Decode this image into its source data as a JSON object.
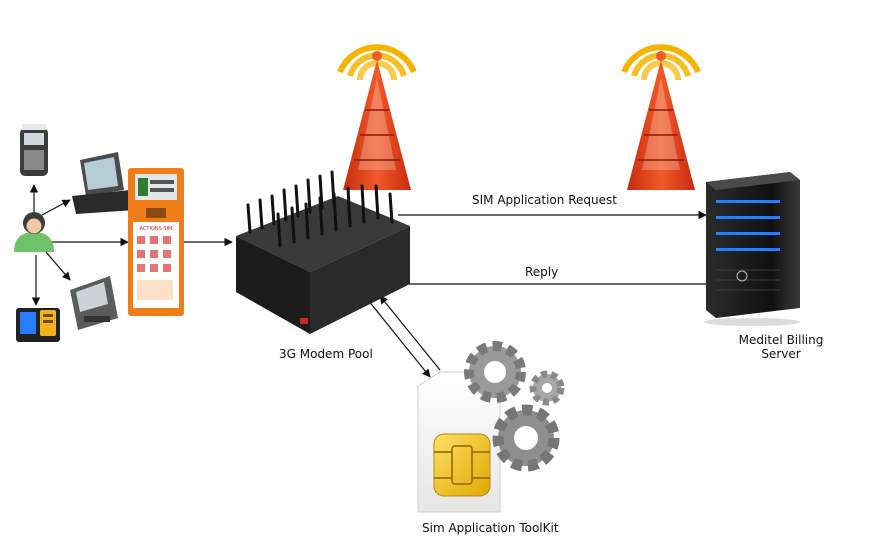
{
  "labels": {
    "sim_request": "SIM Application Request",
    "reply": "Reply",
    "modem_pool": "3G Modem Pool",
    "billing_server_line1": "Meditel Billing",
    "billing_server_line2": "Server",
    "sim_toolkit": "Sim Application ToolKit"
  },
  "kiosk_screen_text": "ACTIONS SIM",
  "colors": {
    "signal": "#f6b400",
    "tower": "#e8401c",
    "kiosk": "#ef7d1a",
    "modem": "#202020",
    "server": "#1a1a1a",
    "server_led": "#2a7cff",
    "sim_chip": "#f3c62a",
    "gear": "#8a8a8a",
    "user_shirt": "#6fc26a"
  },
  "icons": [
    "user-icon",
    "pos-terminal-icon",
    "pos-register-icon",
    "kiosk-icon",
    "atm-icon",
    "mobile-wallet-icon",
    "cell-tower-icon",
    "modem-pool-icon",
    "server-icon",
    "sim-card-icon",
    "gears-icon"
  ]
}
